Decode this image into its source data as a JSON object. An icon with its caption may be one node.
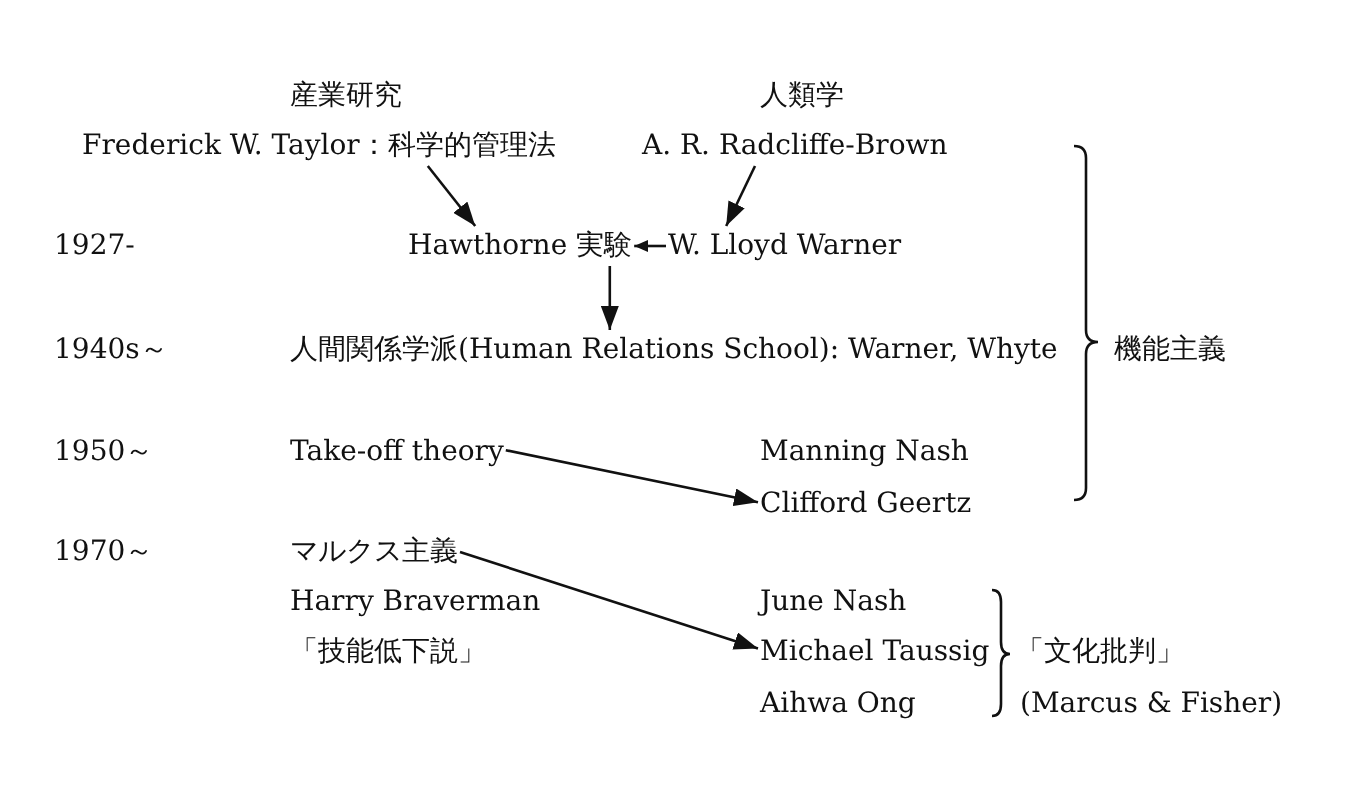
{
  "diagram": {
    "nodes": [
      {
        "text": [
          "Frederick W. Taylor：科学的管理法"
        ]
      },
      {
        "text": [
          "A. R. Radcliffe-Brown"
        ]
      },
      {
        "text": [
          "Hawthorne 実験"
        ]
      },
      {
        "text": [
          "W. Lloyd Warner"
        ]
      },
      {
        "text": [
          "人間関係学派(Human Relations School): Warner, Whyte"
        ]
      },
      {
        "text": [
          "Take-off theory"
        ]
      },
      {
        "text": [
          "Clifford Geertz"
        ]
      },
      {
        "text": [
          "マルクス主義"
        ]
      },
      {
        "text": [
          "Michael Taussig"
        ]
      }
    ],
    "edges": [
      {
        "from": 0,
        "to": 2,
        "arrow": "to"
      },
      {
        "from": 1,
        "to": 3,
        "arrow": "to"
      },
      {
        "from": 3,
        "to": 2,
        "arrow": "to"
      },
      {
        "from": 2,
        "to": 4,
        "arrow": "to"
      },
      {
        "from": 5,
        "to": 6,
        "arrow": "to"
      },
      {
        "from": 7,
        "to": 8,
        "arrow": "to"
      }
    ],
    "labels": [
      "産業研究",
      "人類学",
      "1927-",
      "1940s～",
      "機能主義",
      "1950～",
      "Manning Nash",
      "1970～",
      "Harry Braverman",
      "June Nash",
      "「技能低下説」",
      "「文化批判」",
      "Aihwa Ong",
      "(Marcus & Fisher)"
    ]
  }
}
